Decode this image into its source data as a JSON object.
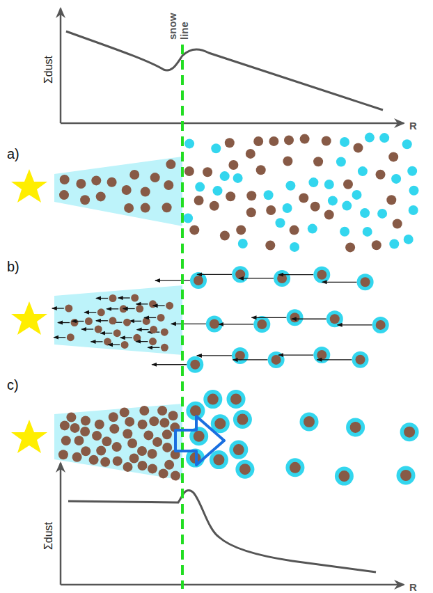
{
  "diagram": {
    "labels": [
      "snow line",
      "Σdust",
      "R",
      "a)",
      "b)",
      "c)",
      "Σdust",
      "R"
    ]
  }
}
